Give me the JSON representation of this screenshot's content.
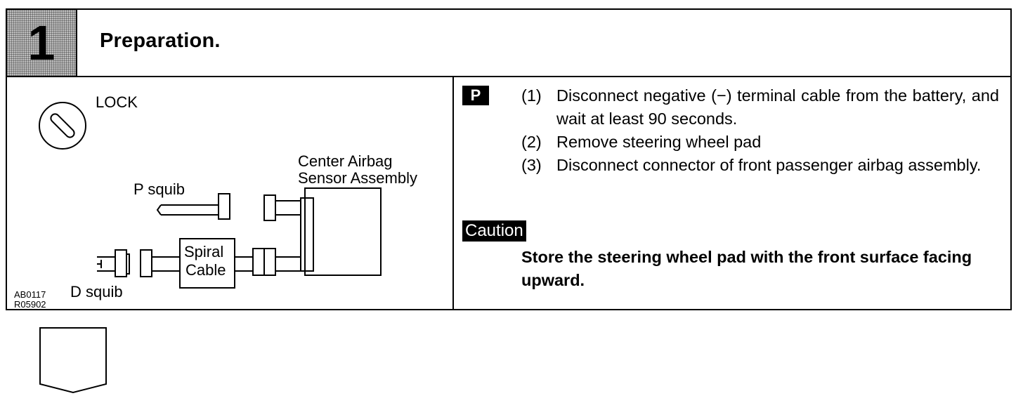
{
  "step": {
    "number": "1",
    "title": "Preparation."
  },
  "diagram": {
    "lock_label": "LOCK",
    "center_label_line1": "Center Airbag",
    "center_label_line2": "Sensor Assembly",
    "p_squib_label": "P squib",
    "d_squib_label": "D squib",
    "spiral_line1": "Spiral",
    "spiral_line2": "Cable",
    "code_line1": "AB0117",
    "code_line2": "R05902"
  },
  "instructions": {
    "badge": "P",
    "steps": [
      {
        "num": "(1)",
        "text": "Disconnect negative (−) terminal cable from the battery, and wait at least 90 seconds."
      },
      {
        "num": "(2)",
        "text": "Remove steering wheel pad"
      },
      {
        "num": "(3)",
        "text": "Disconnect connector of front passenger airbag assembly."
      }
    ],
    "caution_label": "Caution",
    "caution_text": "Store the steering wheel pad with the front surface facing upward."
  }
}
